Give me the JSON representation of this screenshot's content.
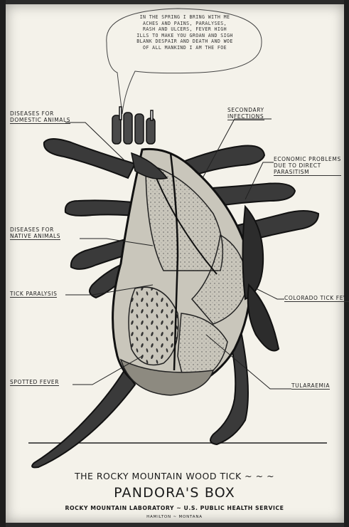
{
  "speech_bubble": {
    "lines": [
      "IN THE SPRING I BRING WITH ME",
      "ACHES AND PAINS, PARALYSES,",
      "RASH AND ULCERS, FEVER HIGH",
      "ILLS TO MAKE YOU GROAN AND SIGH",
      "BLANK DESPAIR AND DEATH AND WOE",
      "OF ALL MANKIND I AM THE FOE"
    ]
  },
  "labels": {
    "domestic": [
      "DISEASES FOR",
      "DOMESTIC ANIMALS"
    ],
    "secondary": [
      "SECONDARY",
      "INFECTIONS"
    ],
    "economic": [
      "ECONOMIC PROBLEMS",
      "DUE TO DIRECT",
      "PARASITISM"
    ],
    "native": [
      "DISEASES FOR",
      "NATIVE ANIMALS"
    ],
    "paralysis": "TICK PARALYSIS",
    "colorado": "COLORADO TICK FEVER",
    "spotted": "SPOTTED FEVER",
    "tularaemia": "TULARAEMIA"
  },
  "title": {
    "line1": "THE ROCKY MOUNTAIN  WOOD TICK ~ ~ ~",
    "line2": "PANDORA'S BOX",
    "line3": "ROCKY MOUNTAIN  LABORATORY ~ U.S. PUBLIC HEALTH SERVICE",
    "line4": "HAMILTON ~ MONTANA"
  },
  "colors": {
    "paper": "#f4f2ea",
    "ink": "#1a1a1a",
    "shell": "#c9c6bb"
  }
}
